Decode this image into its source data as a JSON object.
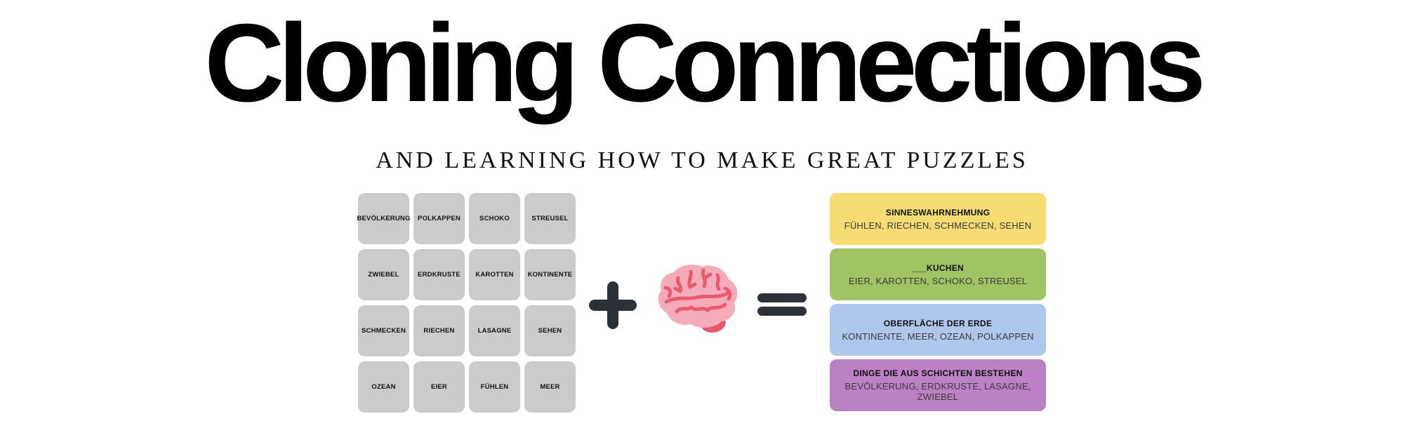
{
  "header": {
    "title": "Cloning Connections",
    "subtitle": "AND LEARNING HOW TO MAKE GREAT PUZZLES"
  },
  "grid": {
    "tile_color": "#cbcbcb",
    "tiles": [
      "BEVÖLKERUNG",
      "POLKAPPEN",
      "SCHOKO",
      "STREUSEL",
      "ZWIEBEL",
      "ERDKRUSTE",
      "KAROTTEN",
      "KONTINENTE",
      "SCHMECKEN",
      "RIECHEN",
      "LASAGNE",
      "SEHEN",
      "OZEAN",
      "EIER",
      "FÜHLEN",
      "MEER"
    ]
  },
  "equation": {
    "icons": [
      "plus-icon",
      "brain-icon",
      "equals-icon"
    ],
    "symbol_color": "#2b3137",
    "brain_body_color": "#f4abba",
    "brain_line_color": "#ea596e",
    "brain_stem_color": "#e9556c"
  },
  "groups": [
    {
      "title": "SINNESWAHRNEHMUNG",
      "words": "FÜHLEN, RIECHEN, SCHMECKEN, SEHEN",
      "color": "#f6dc73"
    },
    {
      "title": "___KUCHEN",
      "words": "EIER, KAROTTEN, SCHOKO, STREUSEL",
      "color": "#a0c464"
    },
    {
      "title": "OBERFLÄCHE DER ERDE",
      "words": "KONTINENTE, MEER, OZEAN, POLKAPPEN",
      "color": "#afc7ed"
    },
    {
      "title": "DINGE DIE AUS SCHICHTEN BESTEHEN",
      "words": "BEVÖLKERUNG, ERDKRUSTE, LASAGNE, ZWIEBEL",
      "color": "#bc80c4"
    }
  ]
}
